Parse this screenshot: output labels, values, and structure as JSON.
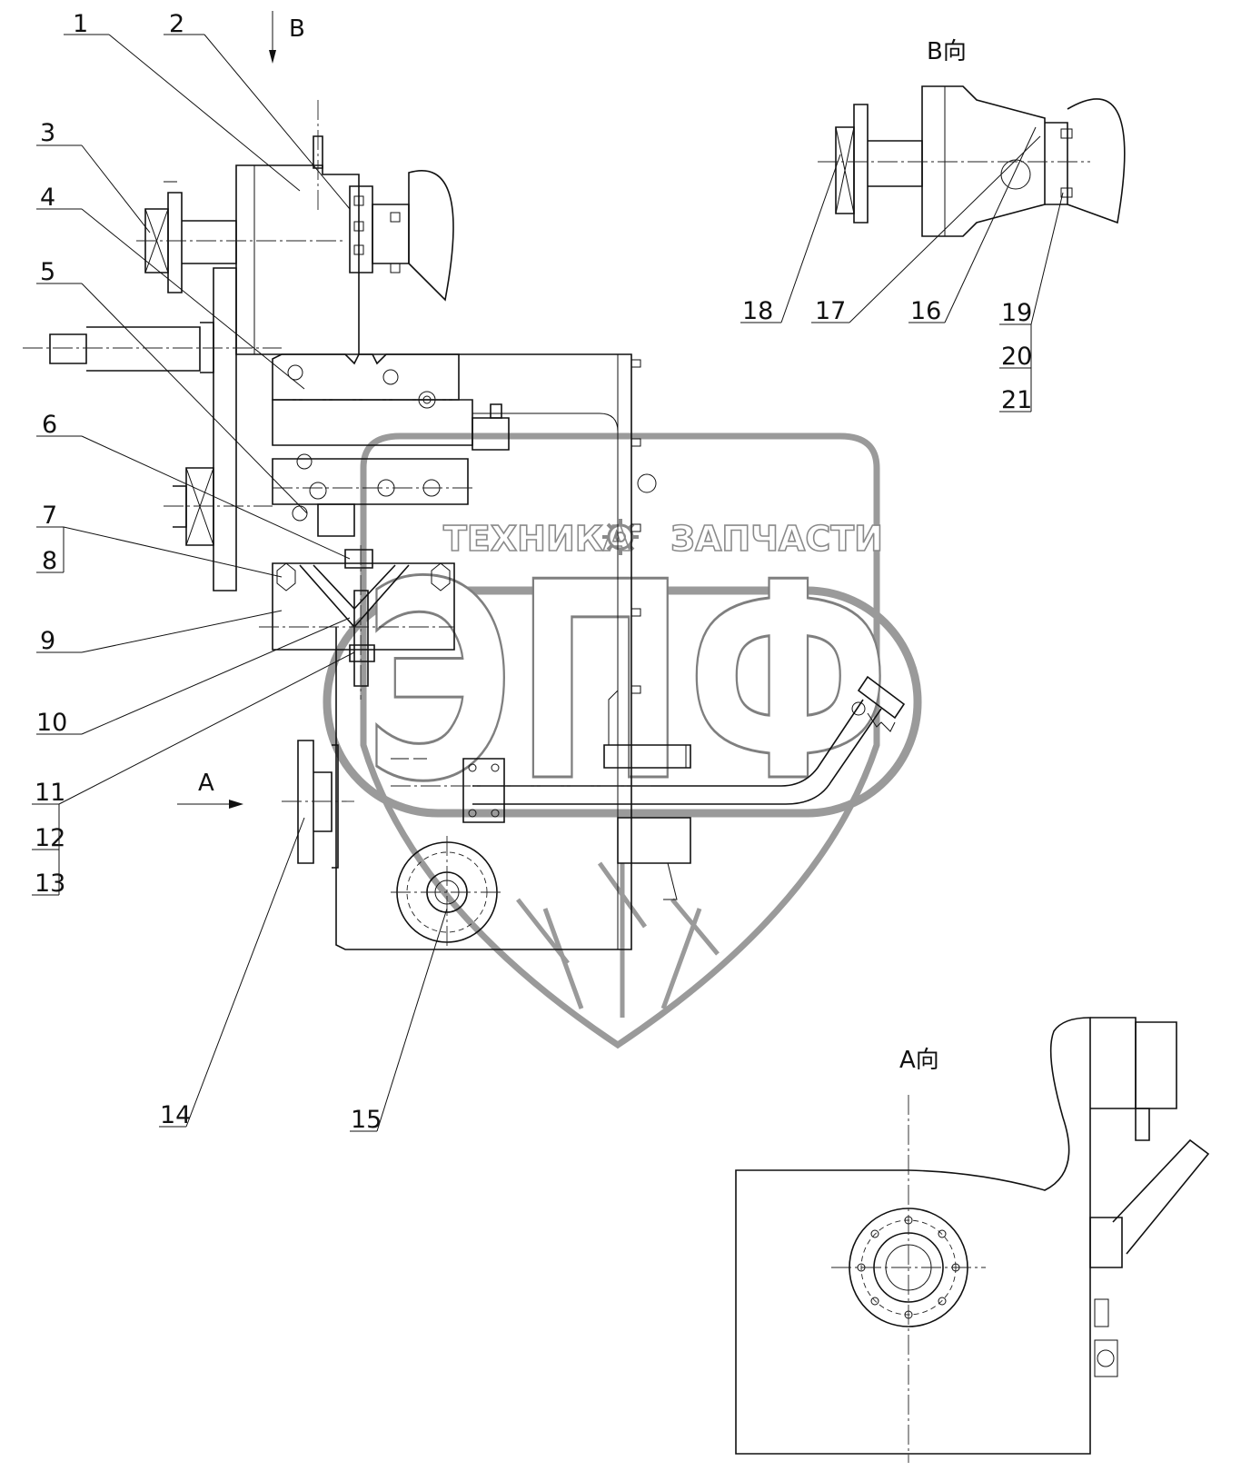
{
  "labels": {
    "l1": "1",
    "l2": "2",
    "l3": "3",
    "l4": "4",
    "l5": "5",
    "l6": "6",
    "l7": "7",
    "l8": "8",
    "l9": "9",
    "l10": "10",
    "l11": "11",
    "l12": "12",
    "l13": "13",
    "l14": "14",
    "l15": "15",
    "l16": "16",
    "l17": "17",
    "l18": "18",
    "l19": "19",
    "l20": "20",
    "l21": "21"
  },
  "views": {
    "arrow_b": "B",
    "arrow_a": "A",
    "view_b_title": "B向",
    "view_a_title": "A向"
  },
  "watermark": {
    "left_word": "ТЕХНИКА",
    "right_word": "ЗАПЧАСТИ",
    "monogram": "ЭПФ",
    "gear_icon": "gear-icon",
    "wheat_icon": "wheat-icon"
  }
}
